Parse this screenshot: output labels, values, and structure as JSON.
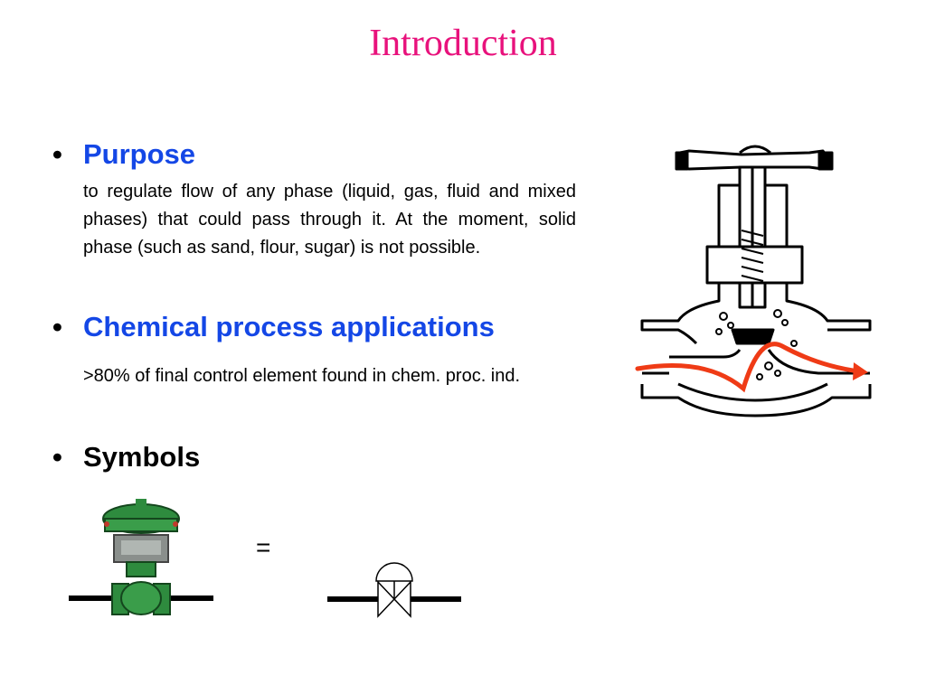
{
  "slide": {
    "title": "Introduction",
    "sections": [
      {
        "heading": "Purpose",
        "text": "to regulate flow of any phase (liquid, gas, fluid and mixed phases) that could pass through it. At the moment, solid phase (such as sand, flour, sugar) is not possible."
      },
      {
        "heading": "Chemical process applications",
        "text": ">80% of final control element found in chem. proc. ind."
      },
      {
        "heading": "Symbols"
      }
    ],
    "bullet_char": "•",
    "equals_sign": "=",
    "colors": {
      "title": "#e8127c",
      "heading_accent": "#1447e6",
      "flow_arrow": "#ef3b16",
      "valve_green": "#2e8b3e"
    },
    "icons": [
      "globe-valve-cutaway-diagram",
      "flow-direction-arrow",
      "pneumatic-control-valve-photo",
      "control-valve-pid-symbol"
    ]
  }
}
